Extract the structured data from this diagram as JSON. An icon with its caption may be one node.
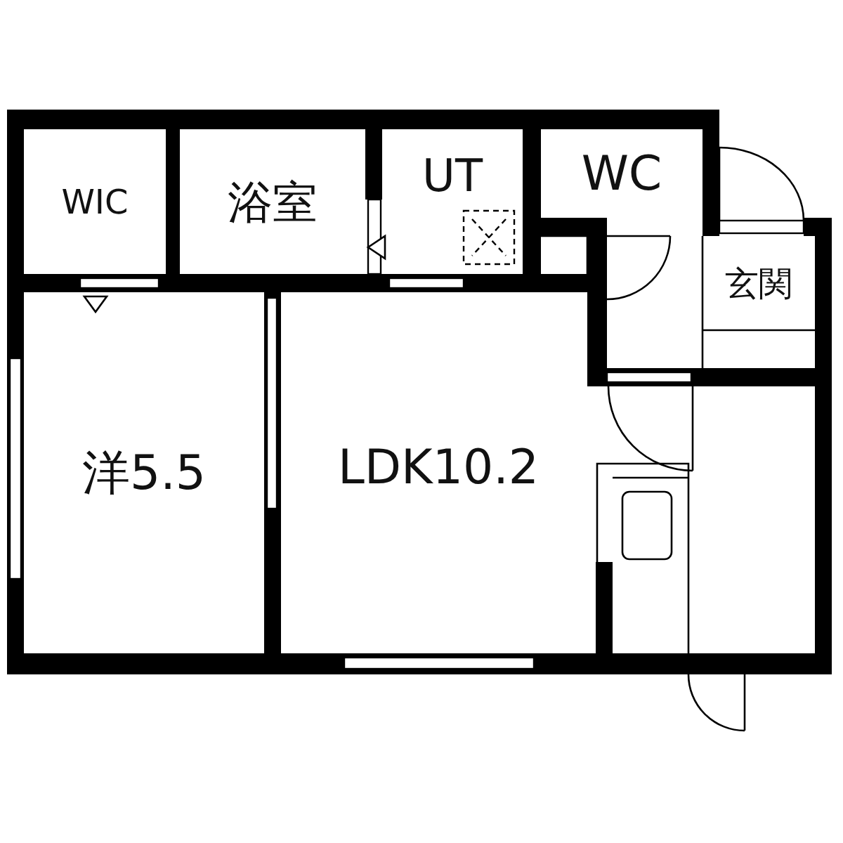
{
  "diagram": {
    "nodes": [
      {
        "text": [
          "WIC"
        ]
      },
      {
        "text": [
          "浴室"
        ]
      },
      {
        "text": [
          "UT"
        ]
      },
      {
        "text": [
          "WC"
        ]
      },
      {
        "text": [
          "玄関"
        ]
      },
      {
        "text": [
          "洋5.5"
        ]
      },
      {
        "text": [
          "LDK10.2"
        ]
      }
    ]
  }
}
